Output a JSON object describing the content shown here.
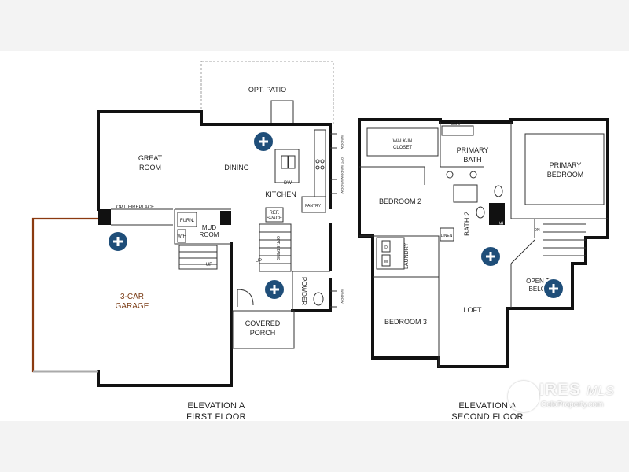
{
  "first_floor": {
    "caption_line1": "ELEVATION A",
    "caption_line2": "FIRST FLOOR",
    "rooms": {
      "opt_patio": "OPT. PATIO",
      "great_room_1": "GREAT",
      "great_room_2": "ROOM",
      "dining": "DINING",
      "kitchen": "KITCHEN",
      "dw": "DW",
      "opt_fireplace": "OPT. FIREPLACE",
      "furn": "FURN.",
      "wh": "W/H",
      "mud_room_1": "MUD",
      "mud_room_2": "ROOM",
      "ref_space_1": "REF.",
      "ref_space_2": "SPACE",
      "pantry": "PANTRY",
      "opt_stairs": "OPT. STAIRS",
      "up_1": "UP",
      "up_2": "UP",
      "powder": "POWDER",
      "garage_1": "3-CAR",
      "garage_2": "GARAGE",
      "covered_porch_1": "COVERED",
      "covered_porch_2": "PORCH",
      "window_1": "WINDOW",
      "window_2": "OPT. WINDOW",
      "window_3": "WINDOW",
      "window_4": "WINDOW"
    }
  },
  "second_floor": {
    "caption_line1": "ELEVATION A",
    "caption_line2": "SECOND FLOOR",
    "rooms": {
      "walk_in_closet_1": "WALK-IN",
      "walk_in_closet_2": "CLOSET",
      "seat": "SEAT",
      "primary_bath_1": "PRIMARY",
      "primary_bath_2": "BATH",
      "primary_bedroom_1": "PRIMARY",
      "primary_bedroom_2": "BEDROOM",
      "bedroom_2": "BEDROOM 2",
      "bath_2": "BATH 2",
      "linen": "LINEN",
      "niche": "NICHE",
      "dn": "DN",
      "laundry": "LAUNDRY",
      "d": "D",
      "w": "W",
      "open_to_below_1": "OPEN TO",
      "open_to_below_2": "BELOW",
      "loft": "LOFT",
      "bedroom_3": "BEDROOM 3"
    }
  },
  "hotspot_icon": "plus-circle-icon",
  "colors": {
    "hotspot_fill": "#1f4e79",
    "garage_outline": "#8b3a10",
    "wall": "#111111"
  },
  "watermark": {
    "title": "IRES",
    "script": "MLS",
    "sub": "ColoProperty.com"
  }
}
